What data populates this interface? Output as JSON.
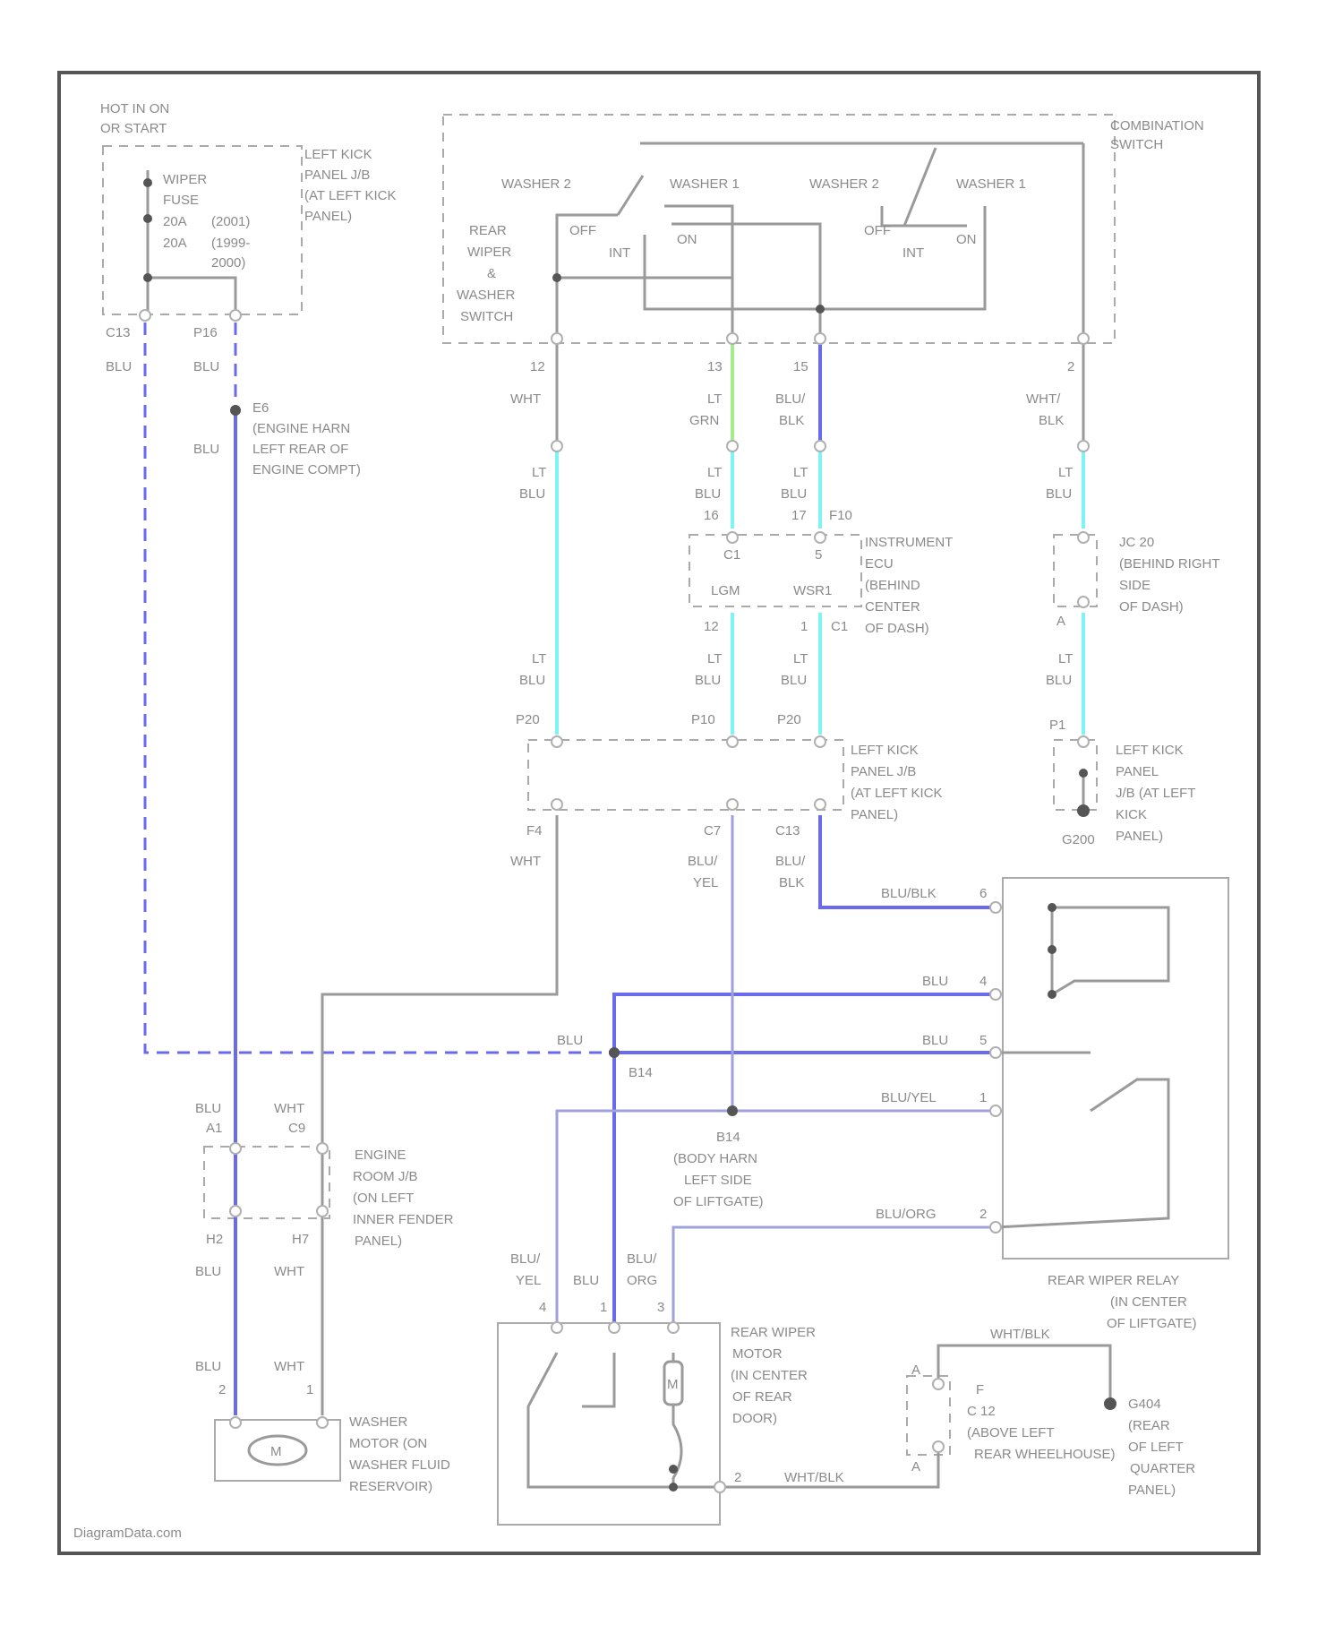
{
  "colors": {
    "blue": "#6a6aee",
    "cyan": "#7ff4f4",
    "green": "#a4ee8a",
    "violet": "#a0a0dc",
    "gray": "#9a9a9a",
    "dark": "#555555"
  },
  "labels": {
    "hot_in_on": "HOT IN ON",
    "or_start": "OR START",
    "wiper_fuse_1": "WIPER",
    "wiper_fuse_2": "FUSE",
    "fuse_a1": "20A",
    "fuse_a2": "(2001)",
    "fuse_b1": "20A",
    "fuse_b2": "(1999-",
    "fuse_b3": "2000)",
    "ljb_top_1": "LEFT KICK",
    "ljb_top_2": "PANEL J/B",
    "ljb_top_3": "(AT LEFT KICK",
    "ljb_top_4": "PANEL)",
    "combo_1": "COMBINATION",
    "combo_2": "SWITCH",
    "washer2_a": "WASHER 2",
    "washer1_a": "WASHER 1",
    "washer2_b": "WASHER 2",
    "washer1_b": "WASHER 1",
    "off_a": "OFF",
    "int_a": "INT",
    "on_a": "ON",
    "off_b": "OFF",
    "int_b": "INT",
    "on_b": "ON",
    "rear_sw_1": "REAR",
    "rear_sw_2": "WIPER",
    "rear_sw_3": "&",
    "rear_sw_4": "WASHER",
    "rear_sw_5": "SWITCH",
    "pin_c1": "C13",
    "pin_p1": "P16",
    "blu_1": "BLU",
    "blu_2": "BLU",
    "e6": "E6",
    "eng_harn_1": "(ENGINE HARN",
    "eng_harn_2": "LEFT REAR OF",
    "eng_harn_3": "ENGINE COMPT)",
    "blu_3": "BLU",
    "pin_12": "12",
    "pin_13": "13",
    "pin_15": "15",
    "pin_2": "2",
    "wht_1": "WHT",
    "lt_1": "LT",
    "grn_1": "GRN",
    "blu_blk_1a": "BLU/",
    "blu_blk_1b": "BLK",
    "wht_blk_1a": "WHT/",
    "wht_blk_1b": "BLK",
    "lt_2": "LT",
    "blu_4": "BLU",
    "lt_3": "LT",
    "blu_5": "BLU",
    "pin_16": "16",
    "lt_4": "LT",
    "blu_6": "BLU",
    "pin_17": "17",
    "pin_f10": "F10",
    "lt_5": "LT",
    "blu_7": "BLU",
    "pin_c1b": "C1",
    "pin_5": "5",
    "lgm": "LGM",
    "wsr1": "WSR1",
    "ecu_1": "INSTRUMENT",
    "ecu_2": "ECU",
    "ecu_3": "(BEHIND",
    "ecu_4": "CENTER",
    "ecu_5": "OF DASH)",
    "jc_1": "JC 20",
    "jc_2": "(BEHIND RIGHT",
    "jc_3": "SIDE",
    "jc_4": "OF DASH)",
    "pin_a": "A",
    "pin_12b": "12",
    "pin_1b": "1",
    "pin_c1c": "C1",
    "lt_6": "LT",
    "blu_8": "BLU",
    "lt_7": "LT",
    "blu_9": "BLU",
    "lt_8": "LT",
    "blu_10": "BLU",
    "lt_9": "LT",
    "blu_11": "BLU",
    "pin_p20": "P20",
    "pin_p10": "P10",
    "pin_p20b": "P20",
    "pin_p1b": "P1",
    "ljb_mid_1": "LEFT KICK",
    "ljb_mid_2": "PANEL J/B",
    "ljb_mid_3": "(AT LEFT KICK",
    "ljb_mid_4": "PANEL)",
    "ljb_r_1": "LEFT KICK",
    "ljb_r_2": "PANEL",
    "ljb_r_3": "J/B (AT LEFT",
    "ljb_r_4": "KICK",
    "ljb_r_5": "PANEL)",
    "g200": "G200",
    "pin_f4": "F4",
    "pin_c7": "C7",
    "pin_c13b": "C13",
    "wht_2": "WHT",
    "blu_yel_1a": "BLU/",
    "blu_yel_1b": "YEL",
    "blu_blk_2a": "BLU/",
    "blu_blk_2b": "BLK",
    "w_blublk": "BLU/BLK",
    "w_blu_a": "BLU",
    "w_blu_b": "BLU",
    "w_blu_c": "BLU",
    "w_bluyel": "BLU/YEL",
    "w_bluorg": "BLU/ORG",
    "rpin_6": "6",
    "rpin_4": "4",
    "rpin_5": "5",
    "rpin_1": "1",
    "rpin_2": "2",
    "b14": "B14",
    "b14b": "B14",
    "body_harn_1": "(BODY HARN",
    "body_harn_2": "LEFT SIDE",
    "body_harn_3": "OF LIFTGATE)",
    "relay_1": "REAR WIPER RELAY",
    "relay_2": "(IN CENTER",
    "relay_3": "OF LIFTGATE)",
    "blu_12": "BLU",
    "pin_a1": "A1",
    "wht_3": "WHT",
    "pin_c9": "C9",
    "erjb_1": "ENGINE",
    "erjb_2": "ROOM J/B",
    "erjb_3": "(ON LEFT",
    "erjb_4": "INNER FENDER",
    "erjb_5": "PANEL)",
    "pin_h2": "H2",
    "pin_h7": "H7",
    "blu_13": "BLU",
    "wht_4": "WHT",
    "blu_14": "BLU",
    "wht_5": "WHT",
    "wpin_2": "2",
    "wpin_1": "1",
    "washer_motor_1": "WASHER",
    "washer_motor_2": "MOTOR (ON",
    "washer_motor_3": "WASHER FLUID",
    "washer_motor_4": "RESERVOIR)",
    "motor_m": "M",
    "blu_yel_2a": "BLU/",
    "blu_yel_2b": "YEL",
    "blu_15": "BLU",
    "blu_org_a": "BLU/",
    "blu_org_b": "ORG",
    "mpin_4": "4",
    "mpin_1": "1",
    "mpin_3": "3",
    "mpin_2": "2",
    "rwm_1": "REAR WIPER",
    "rwm_2": "MOTOR",
    "rwm_3": "(IN CENTER",
    "rwm_4": "OF REAR",
    "rwm_5": "DOOR)",
    "rwm_m": "M",
    "wht_blk_2": "WHT/BLK",
    "wht_blk_3": "WHT/BLK",
    "ic_pin_a": "A",
    "ic_pin_b": "A",
    "ic_1": "F",
    "ic_2": "C 12",
    "ic_3": "(ABOVE LEFT",
    "ic_4": "REAR WHEELHOUSE)",
    "g404_1": "G404",
    "g404_2": "(REAR",
    "g404_3": "OF LEFT",
    "g404_4": "QUARTER",
    "g404_5": "PANEL)",
    "watermark": "DiagramData.com"
  }
}
